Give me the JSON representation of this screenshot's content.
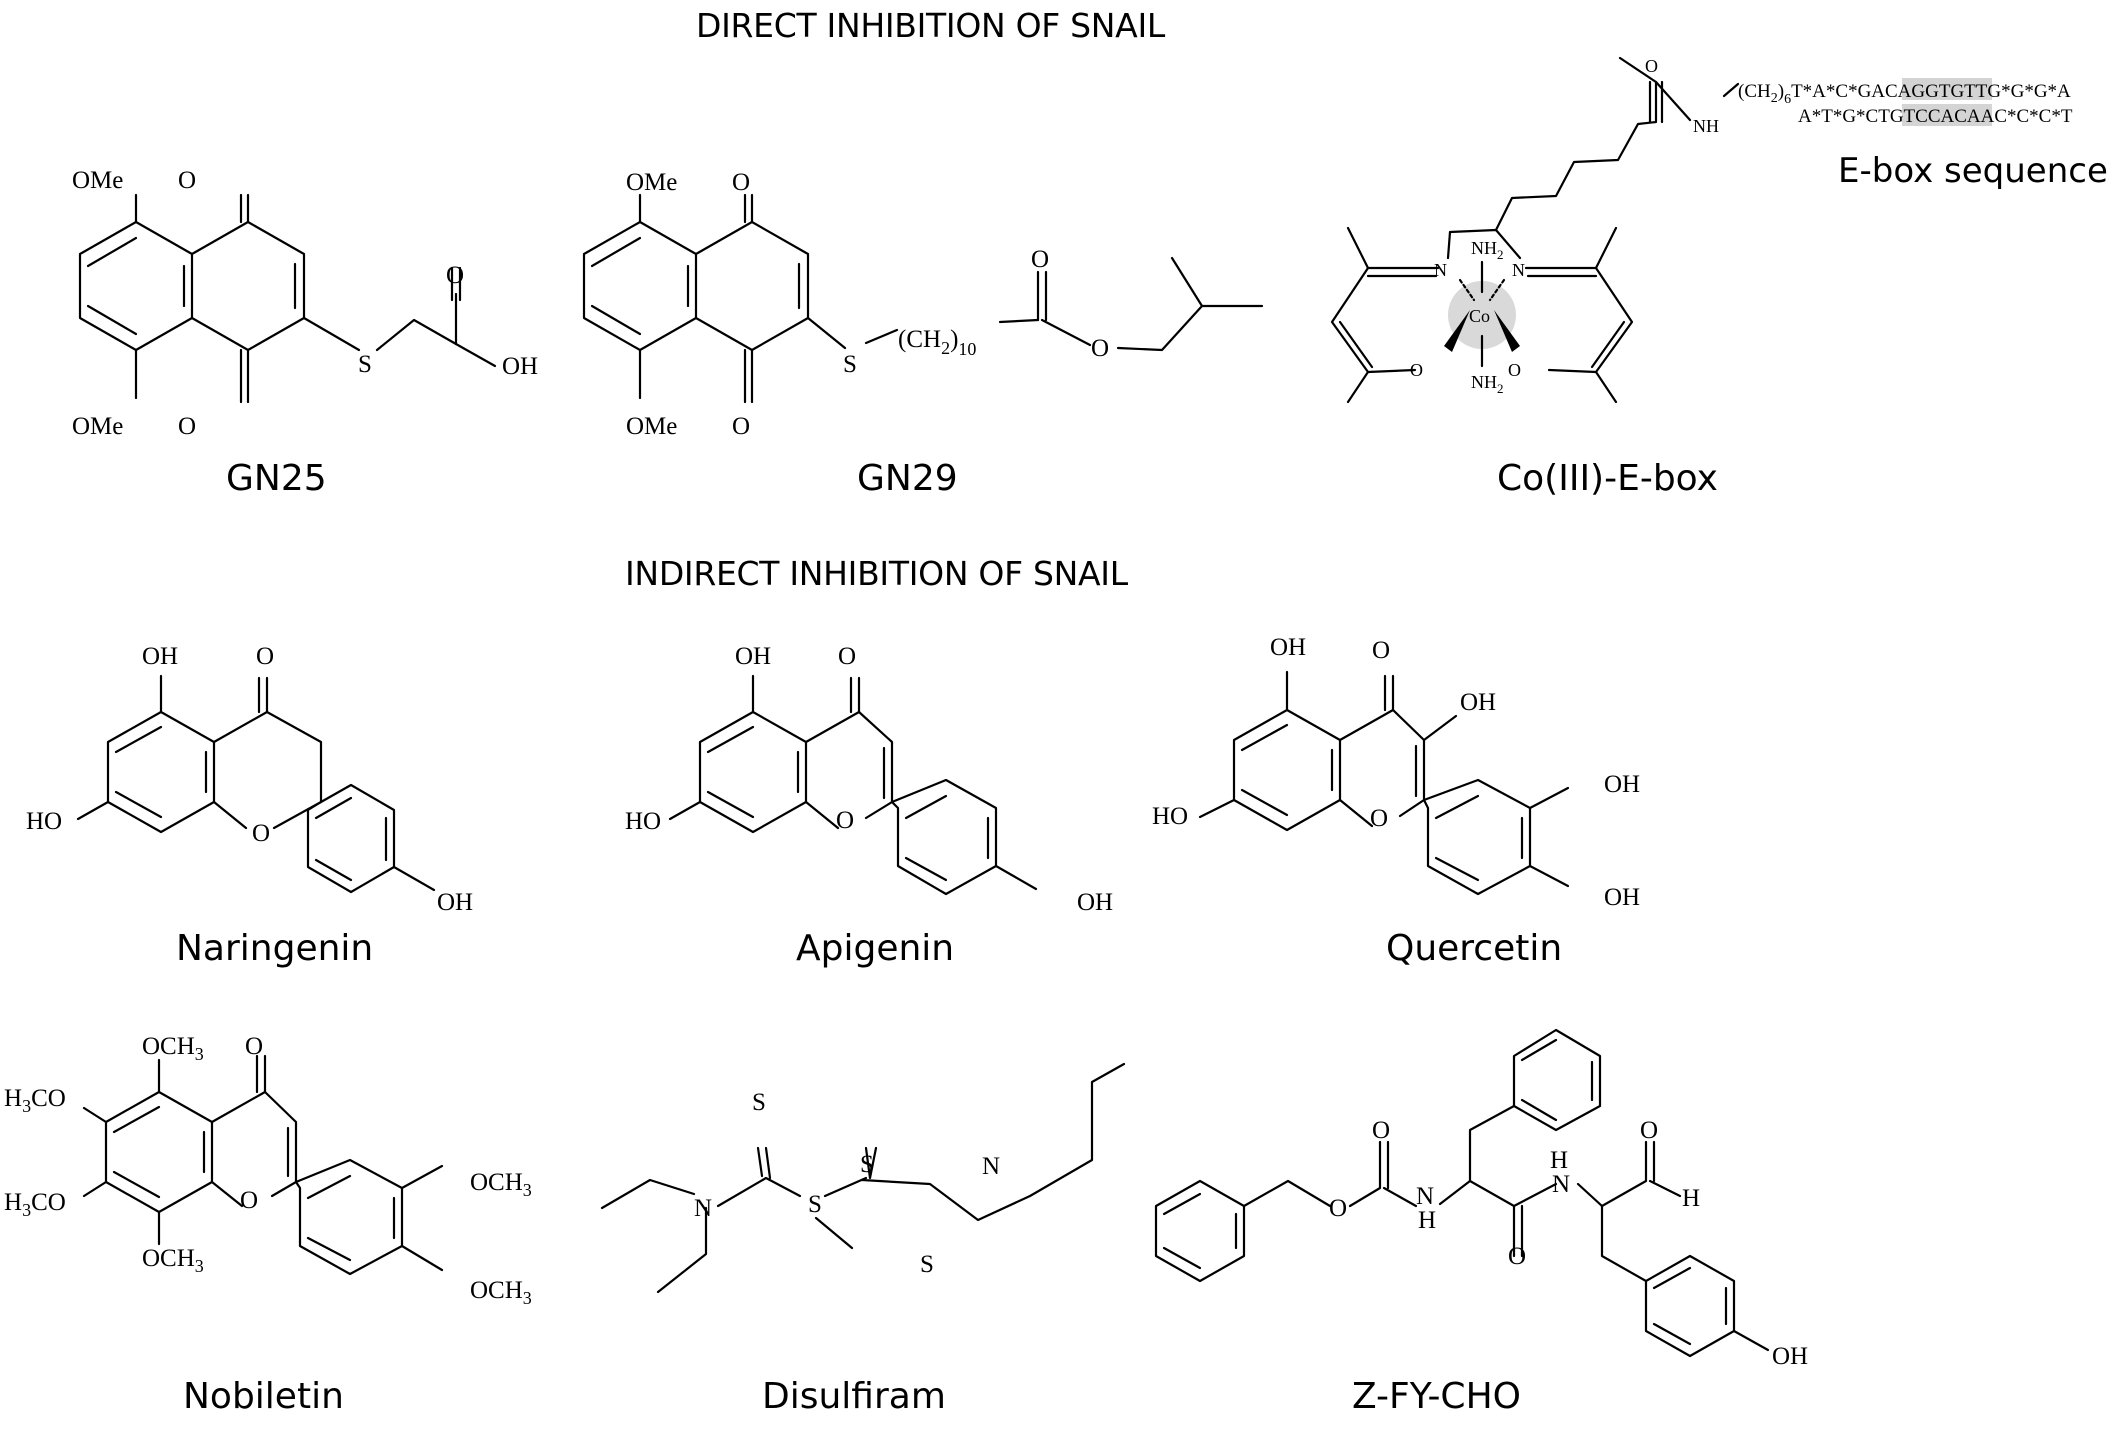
{
  "sections": {
    "direct": "DIRECT INHIBITION OF SNAIL",
    "indirect": "INDIRECT INHIBITION OF SNAIL"
  },
  "compounds": {
    "gn25": "GN25",
    "gn29": "GN29",
    "coebox": "Co(III)-E-box",
    "naringenin": "Naringenin",
    "apigenin": "Apigenin",
    "quercetin": "Quercetin",
    "nobiletin": "Nobiletin",
    "disulfiram": "Disulfiram",
    "zfycho": "Z-FY-CHO"
  },
  "ebox": {
    "label": "E-box sequence",
    "strand1": "T*A*C*GACAGGTGTTG*G*G*A",
    "strand2": "A*T*G*CTGTCCACAAC*C*C*T",
    "linker": "(CH",
    "linker_sub": "2",
    "linker_close": ")",
    "linker_n": "6",
    "highlight_color": "#d4d4d4"
  },
  "atoms": {
    "OMe": "OMe",
    "O": "O",
    "S": "S",
    "OH": "OH",
    "HO": "HO",
    "N": "N",
    "H": "H",
    "NH": "NH",
    "Co": "Co",
    "NH2": "NH",
    "sub2": "2",
    "CH2": "(CH",
    "close": ")",
    "n10": "10",
    "OCH3": "OCH",
    "H3CO": "H",
    "CO_tail": "CO",
    "sub3": "3"
  }
}
